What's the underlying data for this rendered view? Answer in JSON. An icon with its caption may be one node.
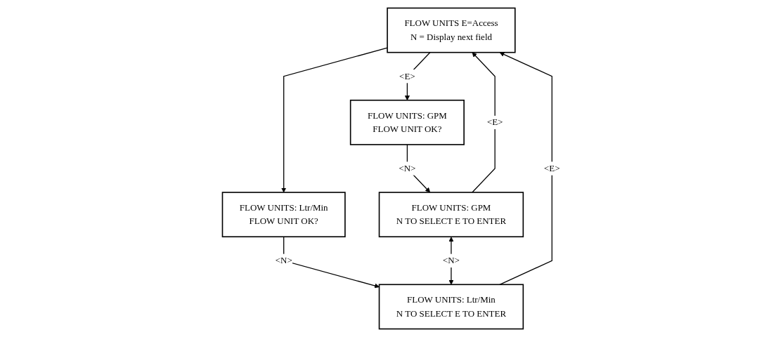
{
  "diagram": {
    "nodes": [
      {
        "text": [
          "FLOW UNITS E=Access",
          "N = Display next field"
        ]
      },
      {
        "text": [
          "FLOW UNITS: GPM",
          "FLOW UNIT OK?"
        ]
      },
      {
        "text": [
          "FLOW UNITS: Ltr/Min",
          "FLOW UNIT OK?"
        ]
      },
      {
        "text": [
          "FLOW UNITS: GPM",
          "N TO SELECT E TO ENTER"
        ]
      },
      {
        "text": [
          "FLOW UNITS: Ltr/Min",
          "N TO SELECT E TO ENTER"
        ]
      }
    ],
    "edges": [
      {
        "from": 0,
        "to": 1,
        "arrow": "to",
        "label": "<E>"
      },
      {
        "from": 0,
        "to": 2,
        "arrow": "to"
      },
      {
        "from": 1,
        "to": 3,
        "arrow": "to",
        "label": "<N>"
      },
      {
        "from": 2,
        "to": 4,
        "arrow": "to",
        "label": "<N>"
      },
      {
        "from": 3,
        "to": 4,
        "arrow": "both",
        "label": "<N>"
      },
      {
        "from": 3,
        "to": 0,
        "arrow": "to",
        "label": "<E>"
      },
      {
        "from": 4,
        "to": 0,
        "arrow": "to",
        "label": "<E>"
      }
    ]
  }
}
